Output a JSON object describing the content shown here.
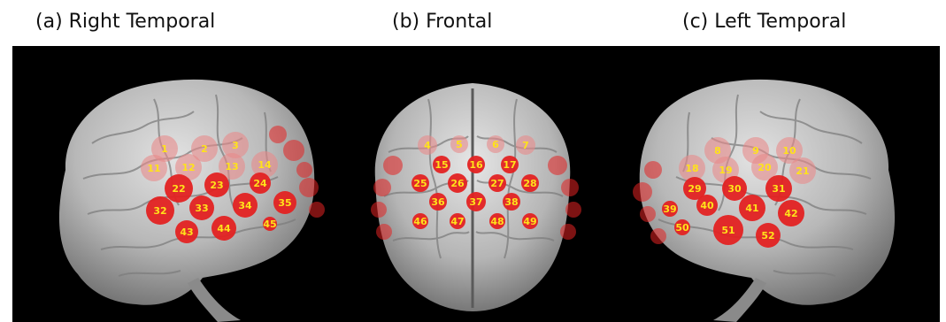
{
  "titles": {
    "right_temporal": "(a) Right Temporal",
    "frontal": "(b) Frontal",
    "left_temporal": "(c) Left Temporal"
  },
  "colors": {
    "background": "#000000",
    "brain": "#bdbdbd",
    "channel_dot": "#e32222",
    "channel_dot_faint": "#e88a8a",
    "label": "#ffe21a"
  },
  "views": {
    "right_temporal": {
      "channels": [
        {
          "id": "1",
          "faint": true
        },
        {
          "id": "2",
          "faint": true
        },
        {
          "id": "3",
          "faint": true
        },
        {
          "id": "11",
          "faint": true
        },
        {
          "id": "12",
          "faint": true
        },
        {
          "id": "13",
          "faint": true
        },
        {
          "id": "14",
          "faint": true
        },
        {
          "id": "22"
        },
        {
          "id": "23"
        },
        {
          "id": "24"
        },
        {
          "id": "32"
        },
        {
          "id": "33"
        },
        {
          "id": "34"
        },
        {
          "id": "35"
        },
        {
          "id": "43"
        },
        {
          "id": "44"
        },
        {
          "id": "45"
        }
      ]
    },
    "frontal": {
      "channels": [
        {
          "id": "4",
          "faint": true
        },
        {
          "id": "5",
          "faint": true
        },
        {
          "id": "6",
          "faint": true
        },
        {
          "id": "7",
          "faint": true
        },
        {
          "id": "15"
        },
        {
          "id": "16"
        },
        {
          "id": "17"
        },
        {
          "id": "25"
        },
        {
          "id": "26"
        },
        {
          "id": "27"
        },
        {
          "id": "28"
        },
        {
          "id": "36"
        },
        {
          "id": "37"
        },
        {
          "id": "38"
        },
        {
          "id": "46"
        },
        {
          "id": "47"
        },
        {
          "id": "48"
        },
        {
          "id": "49"
        }
      ]
    },
    "left_temporal": {
      "channels": [
        {
          "id": "8",
          "faint": true
        },
        {
          "id": "9",
          "faint": true
        },
        {
          "id": "10",
          "faint": true
        },
        {
          "id": "18",
          "faint": true
        },
        {
          "id": "19",
          "faint": true
        },
        {
          "id": "20",
          "faint": true
        },
        {
          "id": "21",
          "faint": true
        },
        {
          "id": "29"
        },
        {
          "id": "30"
        },
        {
          "id": "31"
        },
        {
          "id": "39"
        },
        {
          "id": "40"
        },
        {
          "id": "41"
        },
        {
          "id": "42"
        },
        {
          "id": "50"
        },
        {
          "id": "51"
        },
        {
          "id": "52"
        }
      ]
    }
  }
}
